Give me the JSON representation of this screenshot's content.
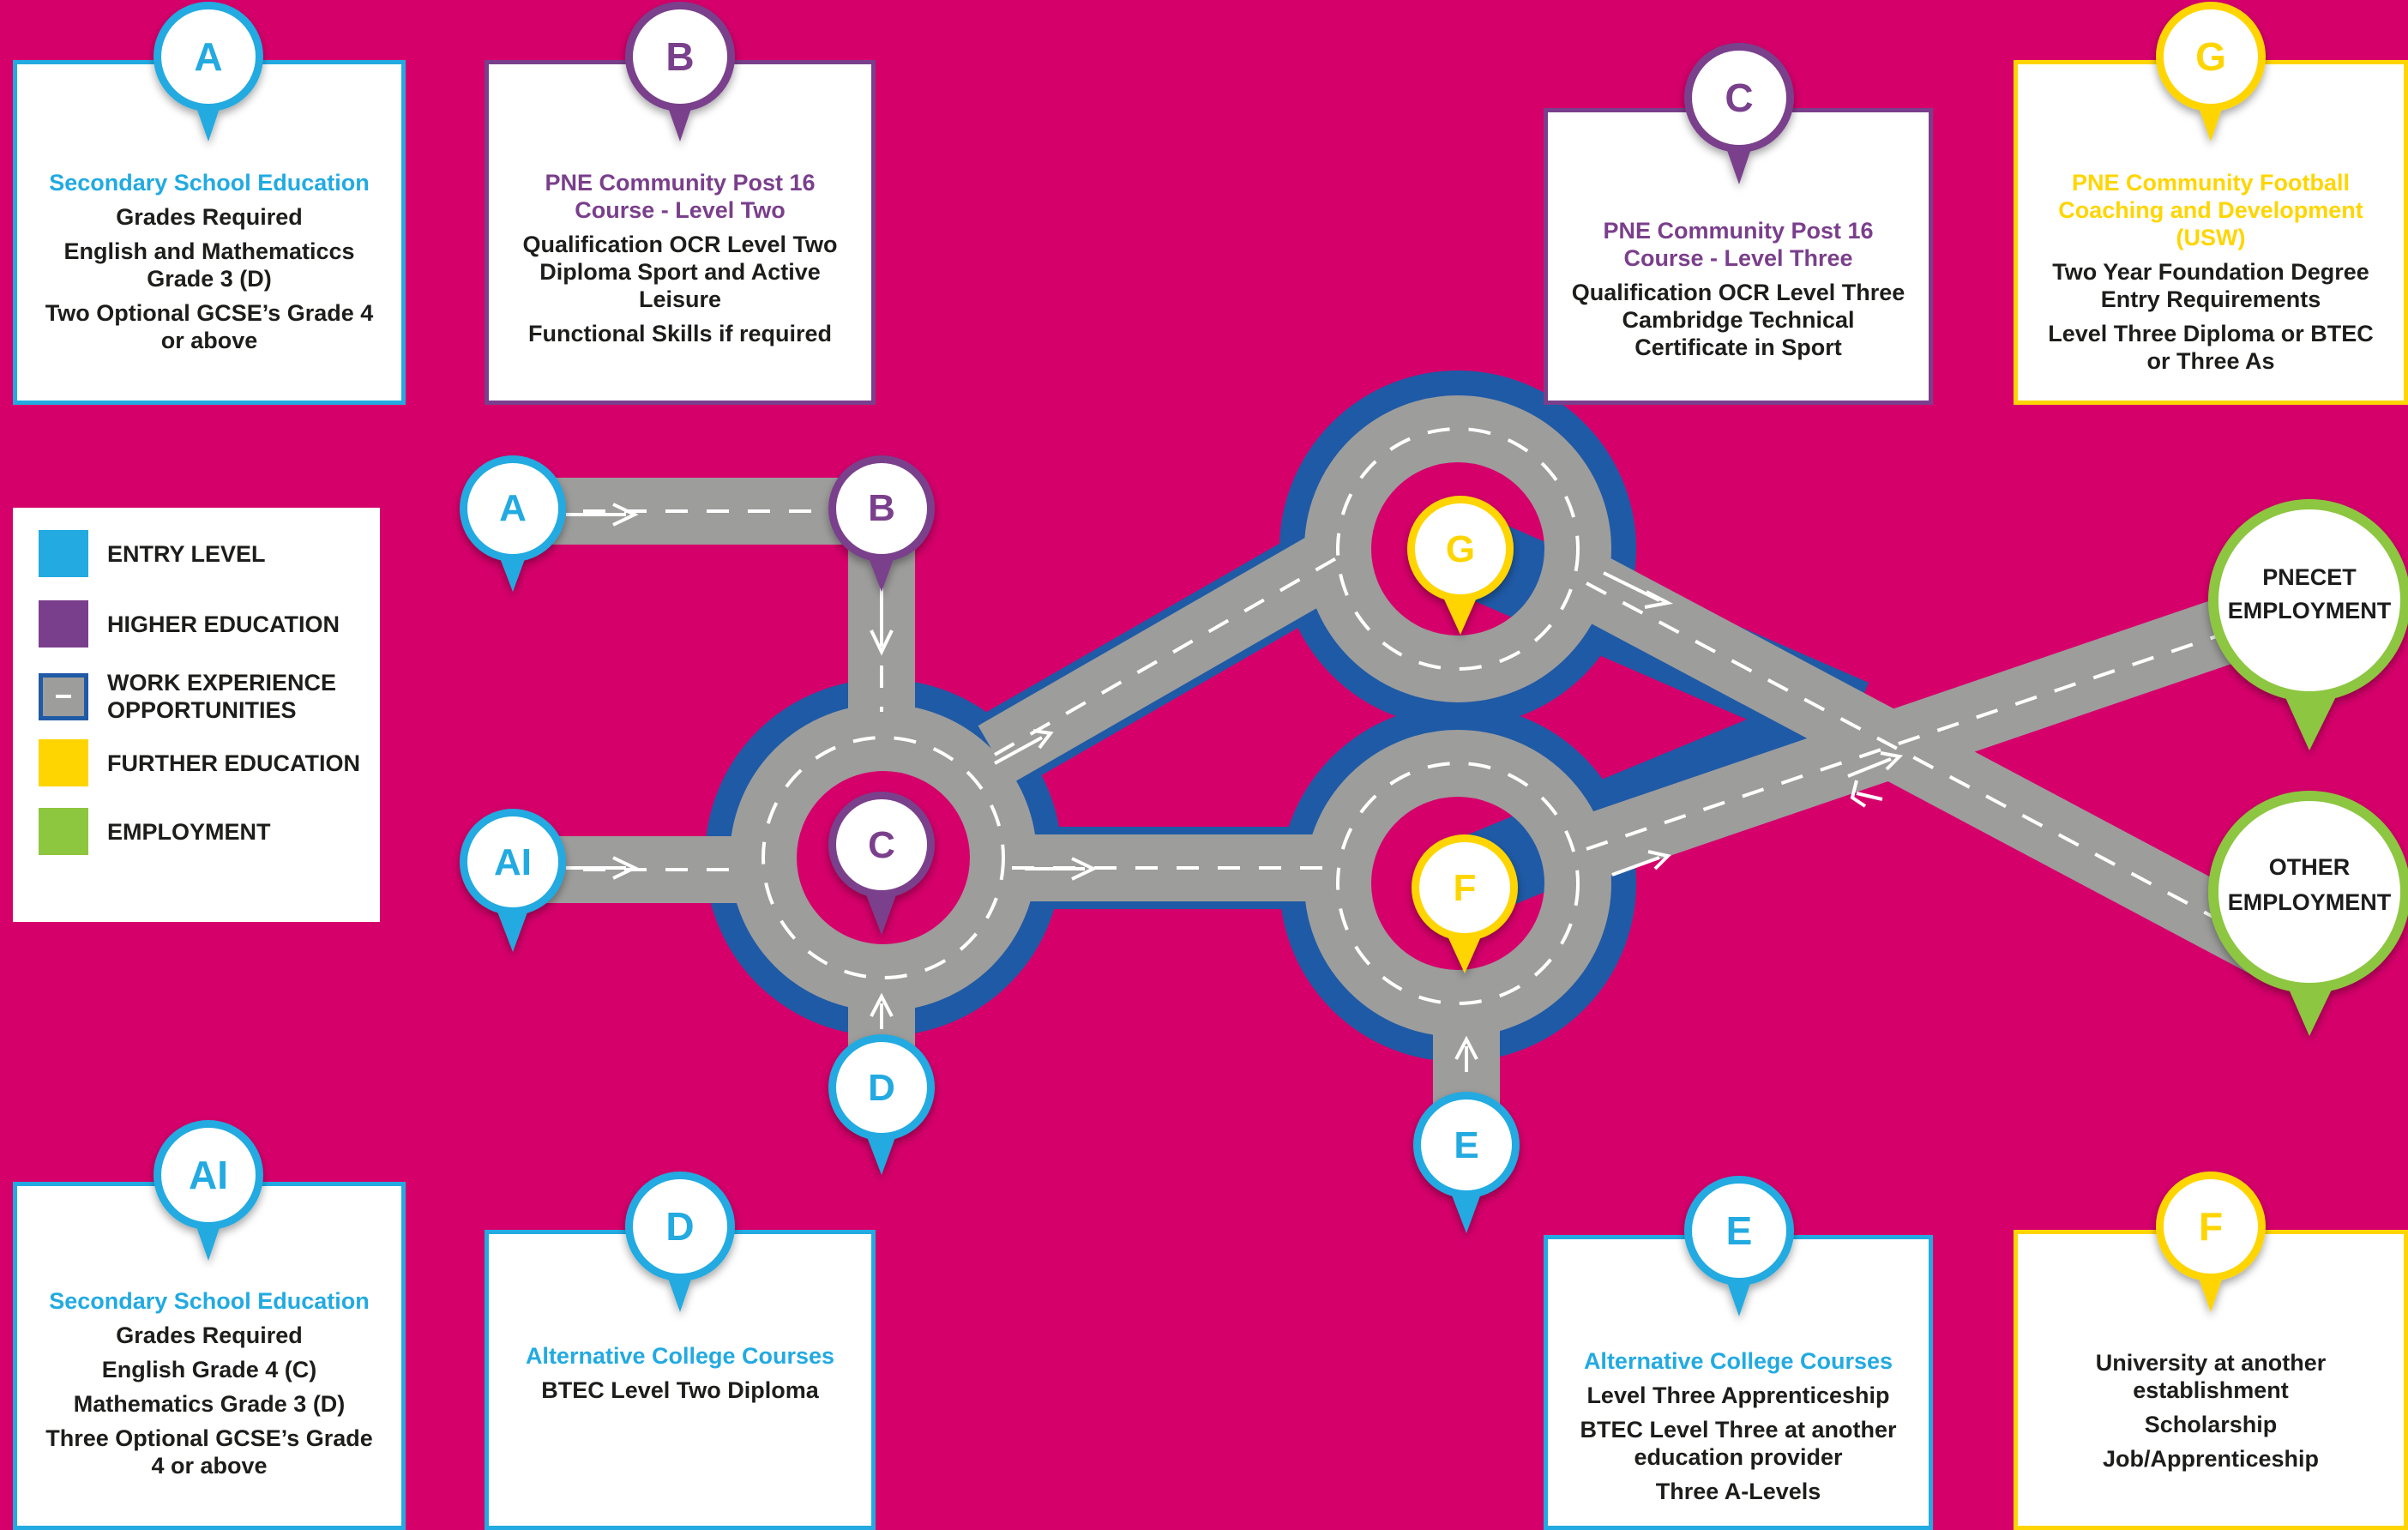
{
  "colors": {
    "background": "#d6006b",
    "entry": "#22aae1",
    "higher": "#7a3f8c",
    "further": "#ffd500",
    "employment": "#8dc63f",
    "road": "#9d9d9c",
    "road_outline": "#1f5aa6"
  },
  "legend": {
    "items": [
      {
        "label": "ENTRY LEVEL",
        "color": "#22aae1",
        "icon": "square-swatch"
      },
      {
        "label": "HIGHER EDUCATION",
        "color": "#7a3f8c",
        "icon": "square-swatch"
      },
      {
        "label": "WORK EXPERIENCE OPPORTUNITIES",
        "color": "#9d9d9c",
        "icon": "road-swatch"
      },
      {
        "label": "FURTHER EDUCATION",
        "color": "#ffd500",
        "icon": "square-swatch"
      },
      {
        "label": "EMPLOYMENT",
        "color": "#8dc63f",
        "icon": "square-swatch"
      }
    ]
  },
  "cards": {
    "A": {
      "letter": "A",
      "title": "Secondary School Education",
      "lines": [
        "Grades Required",
        "English and Mathematiccs Grade 3 (D)",
        "Two Optional GCSE’s Grade 4 or above"
      ]
    },
    "B": {
      "letter": "B",
      "title": "PNE Community Post 16 Course - Level Two",
      "lines": [
        "Qualification OCR Level Two Diploma Sport and Active Leisure",
        "Functional Skills if required"
      ]
    },
    "C": {
      "letter": "C",
      "title": "PNE Community Post 16 Course - Level Three",
      "lines": [
        "Qualification OCR Level Three Cambridge Technical Certificate in Sport"
      ]
    },
    "G": {
      "letter": "G",
      "title": "PNE Community Football Coaching and Development (USW)",
      "lines": [
        "Two Year Foundation Degree Entry Requirements",
        "Level Three Diploma or BTEC or Three As"
      ]
    },
    "AI": {
      "letter": "AI",
      "title": "Secondary School Education",
      "lines": [
        "Grades Required",
        "English Grade 4 (C)",
        "Mathematics Grade 3 (D)",
        "Three Optional GCSE’s Grade 4 or above"
      ]
    },
    "D": {
      "letter": "D",
      "title": "Alternative College Courses",
      "lines": [
        "BTEC Level Two Diploma"
      ]
    },
    "E": {
      "letter": "E",
      "title": "Alternative College Courses",
      "lines": [
        "Level Three Apprenticeship",
        "BTEC Level Three at another education provider",
        "Three A-Levels"
      ]
    },
    "F": {
      "letter": "F",
      "title": "",
      "lines": [
        "University at another establishment",
        "Scholarship",
        "Job/Apprenticeship"
      ]
    }
  },
  "map_pins": {
    "A": "A",
    "B": "B",
    "AI": "AI",
    "C": "C",
    "D": "D",
    "G": "G",
    "F": "F",
    "E": "E"
  },
  "destinations": {
    "pnecet": [
      "PNECET",
      "EMPLOYMENT"
    ],
    "other": [
      "OTHER",
      "EMPLOYMENT"
    ]
  }
}
